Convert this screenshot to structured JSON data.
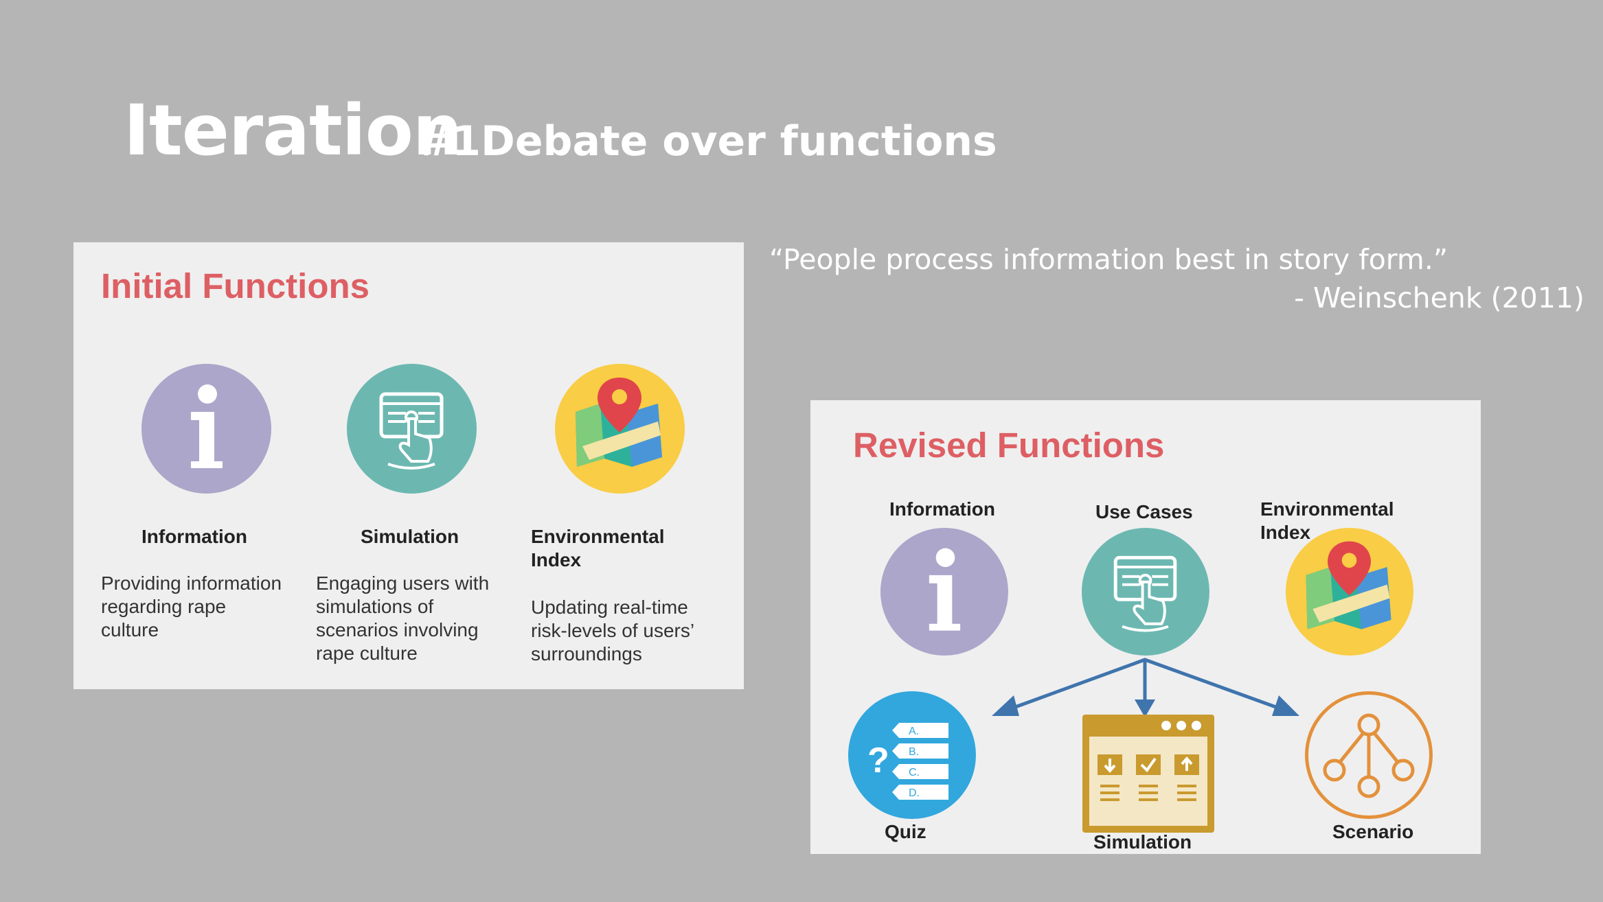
{
  "slide": {
    "title": "Iteration",
    "subtitle": "#1Debate over functions",
    "quote": "“People process information best in story form.”",
    "attribution": "- Weinschenk (2011)"
  },
  "initial_functions": {
    "heading": "Initial Functions",
    "items": [
      {
        "label": "Information",
        "description": [
          "Providing information",
          "regarding rape",
          "culture"
        ],
        "icon": "info-icon"
      },
      {
        "label": "Simulation",
        "description": [
          "Engaging users with",
          "simulations of",
          "scenarios involving",
          "rape culture"
        ],
        "icon": "screen-touch-icon"
      },
      {
        "label": [
          "Environmental",
          "Index"
        ],
        "description": [
          "Updating real-time",
          "risk-levels of users’",
          "surroundings"
        ],
        "icon": "map-pin-icon"
      }
    ]
  },
  "revised_functions": {
    "heading": "Revised Functions",
    "top": [
      {
        "label": "Information",
        "icon": "info-icon"
      },
      {
        "label": "Use Cases",
        "icon": "screen-touch-icon"
      },
      {
        "label": [
          "Environmental",
          "Index"
        ],
        "icon": "map-pin-icon"
      }
    ],
    "bottom": [
      {
        "label": "Quiz",
        "icon": "quiz-icon",
        "options": [
          "A.",
          "B.",
          "C.",
          "D."
        ],
        "glyph": "?"
      },
      {
        "label": "Simulation",
        "icon": "browser-window-icon"
      },
      {
        "label": "Scenario",
        "icon": "branching-icon"
      }
    ]
  },
  "colors": {
    "background": "#b5b5b5",
    "panel": "#efefef",
    "heading_red": "#dd5f64",
    "purple": "#aba6ca",
    "teal": "#6cb8b1",
    "yellow": "#f9cd45",
    "blue": "#31a7dd",
    "arrow_blue": "#3f74ad",
    "orange": "#e3913c",
    "mustard": "#c99a2e"
  }
}
